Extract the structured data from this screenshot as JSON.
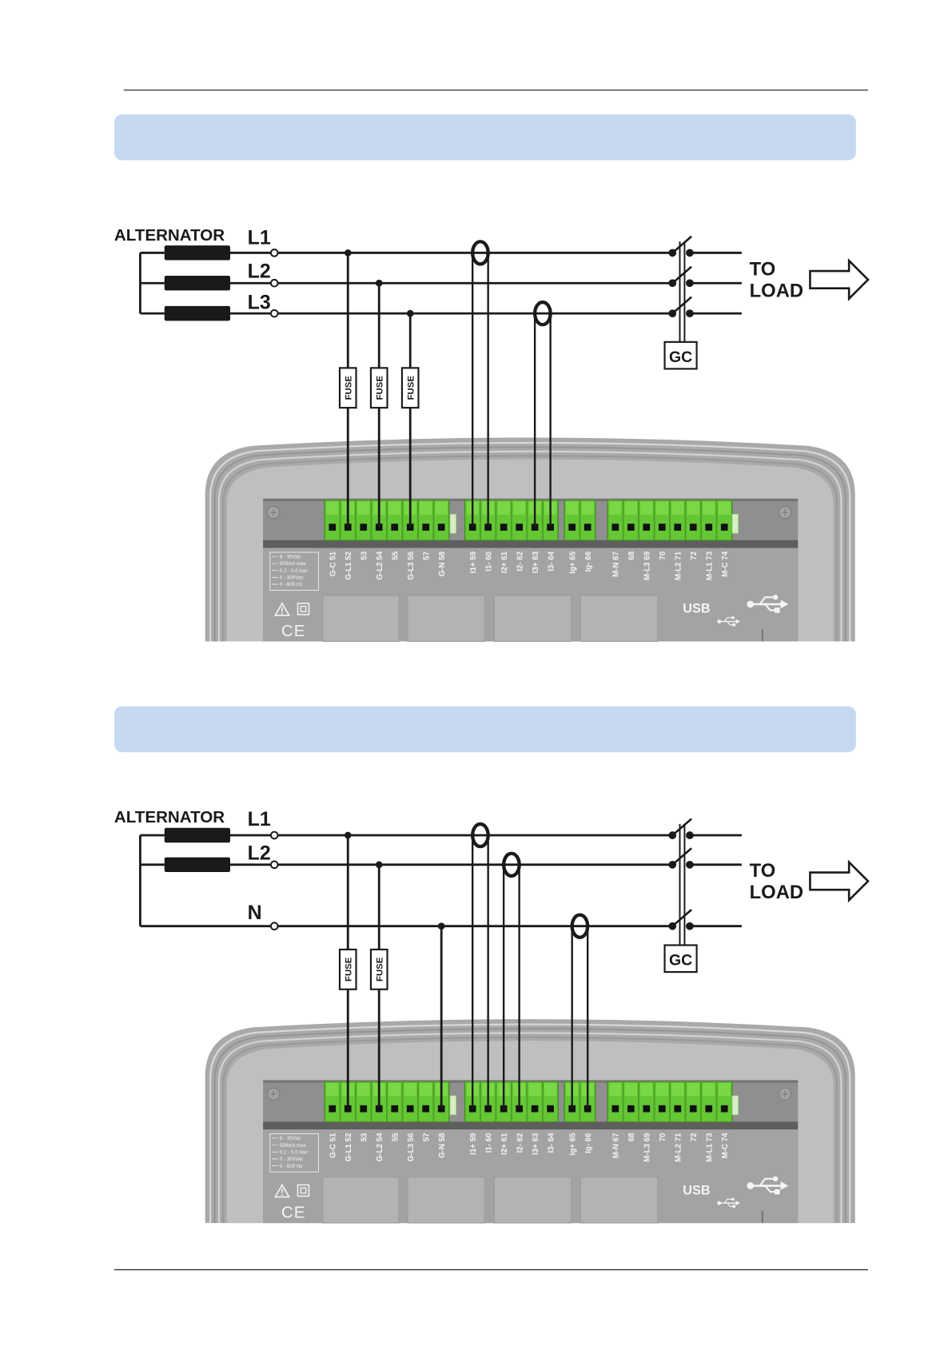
{
  "diagrams": [
    {
      "source": "ALTERNATOR",
      "lines": [
        "L1",
        "L2",
        "L3"
      ],
      "fuses": [
        "FUSE",
        "FUSE",
        "FUSE"
      ],
      "breaker": "GC",
      "load": [
        "TO",
        "LOAD"
      ]
    },
    {
      "source": "ALTERNATOR",
      "lines": [
        "L1",
        "L2",
        "N"
      ],
      "fuses": [
        "FUSE",
        "FUSE"
      ],
      "breaker": "GC",
      "load": [
        "TO",
        "LOAD"
      ]
    }
  ],
  "device": {
    "terminals": [
      "G-C 51",
      "G-L1 52",
      "53",
      "G-L2 54",
      "55",
      "G-L3 56",
      "57",
      "G-N 58",
      "I1+ 59",
      "I1- 60",
      "I2+ 61",
      "I2- 62",
      "I3+ 63",
      "I3- 64",
      "Ig+ 65",
      "Ig- 66",
      "M-N 67",
      "68",
      "M-L3 69",
      "70",
      "M-L2 71",
      "72",
      "M-L1 73",
      "M-C 74"
    ],
    "ratings": [
      "8 - 35Vdc",
      "500mA max",
      "0.2 - 5.0 Aac",
      "0 - 300Vac",
      "0 - 600 Hz"
    ],
    "usb": "USB",
    "ce_mark": "CE"
  },
  "icons": [
    "warning-triangle-icon",
    "double-insulation-icon",
    "usb-icon",
    "load-arrow-icon"
  ],
  "colors": {
    "section_bar": "#c6d9f1",
    "terminal_green": "#64c734",
    "wire": "#1a1a1a",
    "housing": "#a9a9a9"
  }
}
